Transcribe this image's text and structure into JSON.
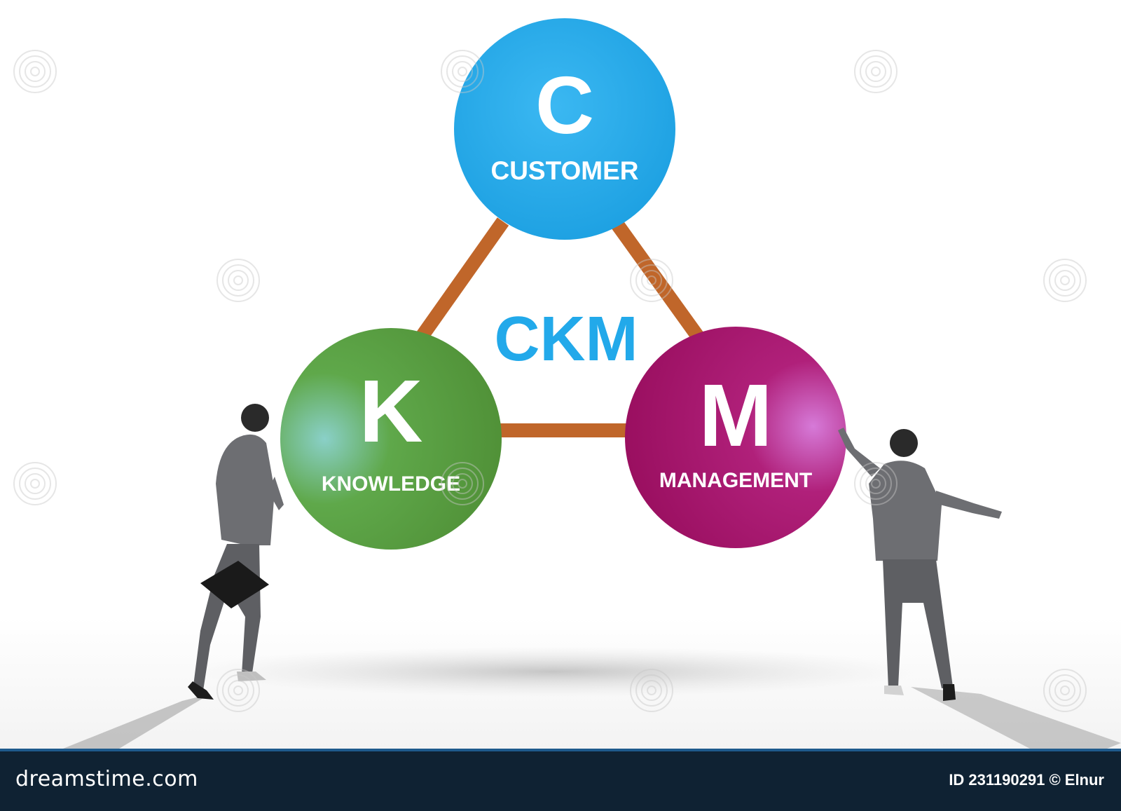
{
  "diagram": {
    "center_label": "CKM",
    "nodes": [
      {
        "id": "customer",
        "letter": "C",
        "label": "CUSTOMER",
        "color": "#22a9ea"
      },
      {
        "id": "knowledge",
        "letter": "K",
        "label": "KNOWLEDGE",
        "color": "#5a9a3a"
      },
      {
        "id": "management",
        "letter": "M",
        "label": "MANAGEMENT",
        "color": "#a5156b"
      }
    ],
    "connector_color": "#c0662a",
    "center_label_color": "#22a9ea"
  },
  "watermark": {
    "text": "dreamstime",
    "footer_site": "dreamstime.com",
    "footer_credit": "ID 231190291 © Elnur"
  }
}
